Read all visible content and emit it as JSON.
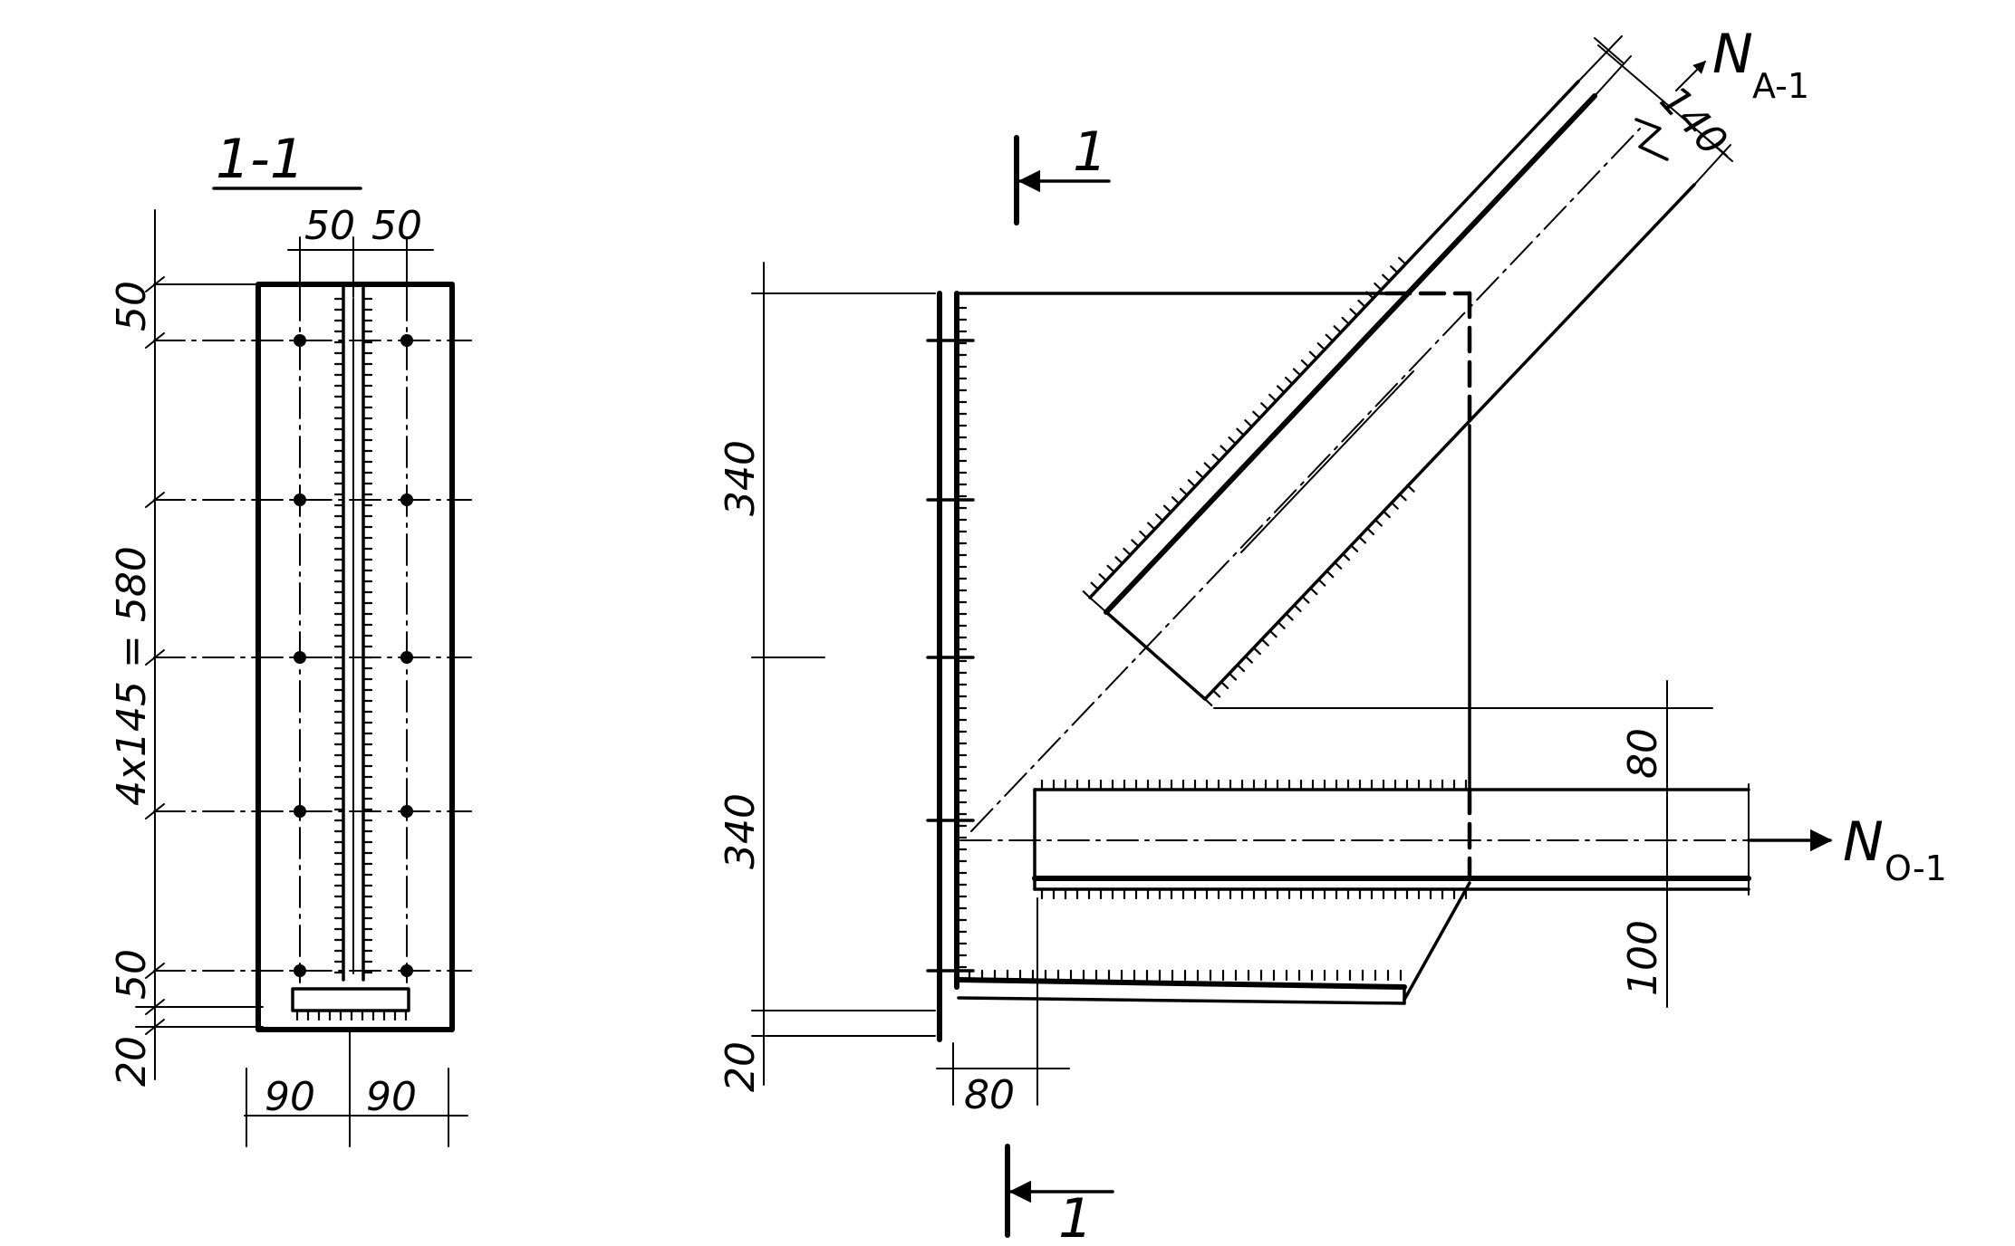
{
  "section_view": {
    "title": "1-1",
    "dim_top_left": "50",
    "dim_top_right": "50",
    "dim_left_top": "50",
    "dim_left_middle": "4x145 = 580",
    "dim_left_bottom": "50",
    "dim_left_base": "20",
    "dim_bottom_left": "90",
    "dim_bottom_right": "90"
  },
  "main_view": {
    "dim_upper_height": "340",
    "dim_lower_height": "340",
    "dim_base": "20",
    "dim_offset": "80",
    "dim_brace_width": "140",
    "dim_chord_top": "80",
    "dim_chord_bottom": "100",
    "force_brace": "N",
    "force_brace_sub": "A-1",
    "force_chord": "N",
    "force_chord_sub": "O-1",
    "section_mark_top": "1",
    "section_mark_bottom": "1"
  }
}
